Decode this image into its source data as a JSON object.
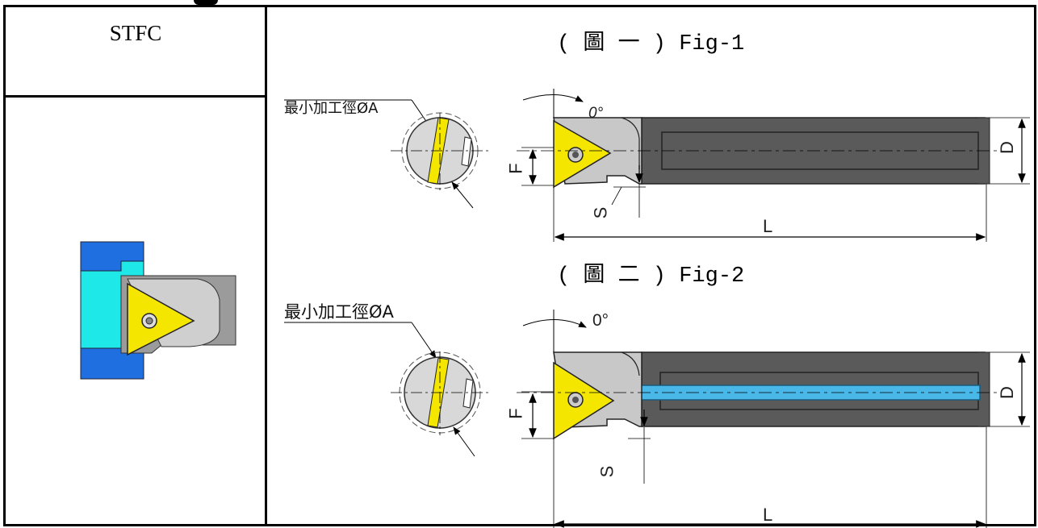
{
  "table": {
    "code": "STFC"
  },
  "figures": [
    {
      "title": "( 圖 一 ) Fig-1",
      "min_bore_label": "最小加工徑ØA",
      "angle_label": "0°",
      "dims": {
        "f": "F",
        "s": "S",
        "d": "D",
        "l": "L"
      }
    },
    {
      "title": "( 圖 二 ) Fig-2",
      "min_bore_label": "最小加工徑ØA",
      "angle_label": "0°",
      "dims": {
        "f": "F",
        "s": "S",
        "d": "D",
        "l": "L"
      }
    }
  ],
  "colors": {
    "shank": "#5a5a5a",
    "head": "#c8c8c8",
    "insert": "#f5e600",
    "coolant": "#49b8e8",
    "workpiece_dark": "#1f6fe0",
    "workpiece_light": "#1ee8e8"
  }
}
